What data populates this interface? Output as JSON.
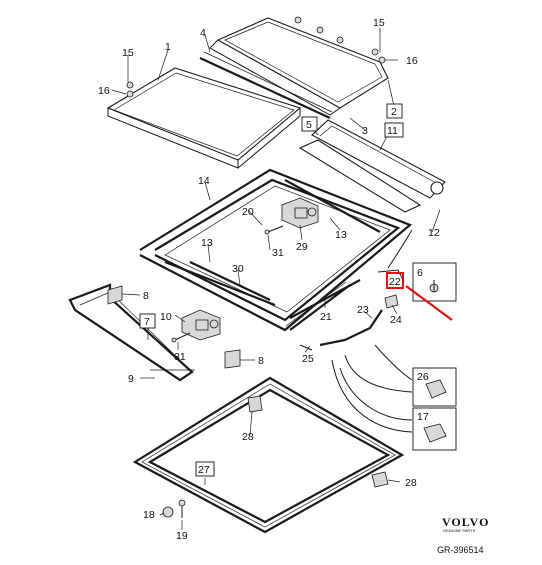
{
  "labels": {
    "l1": "1",
    "l2": "2",
    "l3": "3",
    "l4": "4",
    "l5": "5",
    "l6a": "6",
    "l7": "7",
    "l8a": "8",
    "l8b": "8",
    "l9": "9",
    "l10": "10",
    "l11": "11",
    "l12": "12",
    "l13a": "13",
    "l13b": "13",
    "l14": "14",
    "l15a": "15",
    "l15b": "15",
    "l16a": "16",
    "l16b": "16",
    "l17": "17",
    "l18": "18",
    "l19": "19",
    "l20": "20",
    "l21": "21",
    "l22": "22",
    "l23": "23",
    "l24": "24",
    "l25": "25",
    "l26": "26",
    "l27": "27",
    "l28a": "28",
    "l28b": "28",
    "l29": "29",
    "l30": "30",
    "l31a": "31",
    "l31b": "31"
  },
  "brand": {
    "name": "VOLVO",
    "sub": "GENUINE PARTS",
    "code": "GR-396514"
  },
  "colors": {
    "highlight": "#e01010",
    "line": "#1a1a1a"
  }
}
